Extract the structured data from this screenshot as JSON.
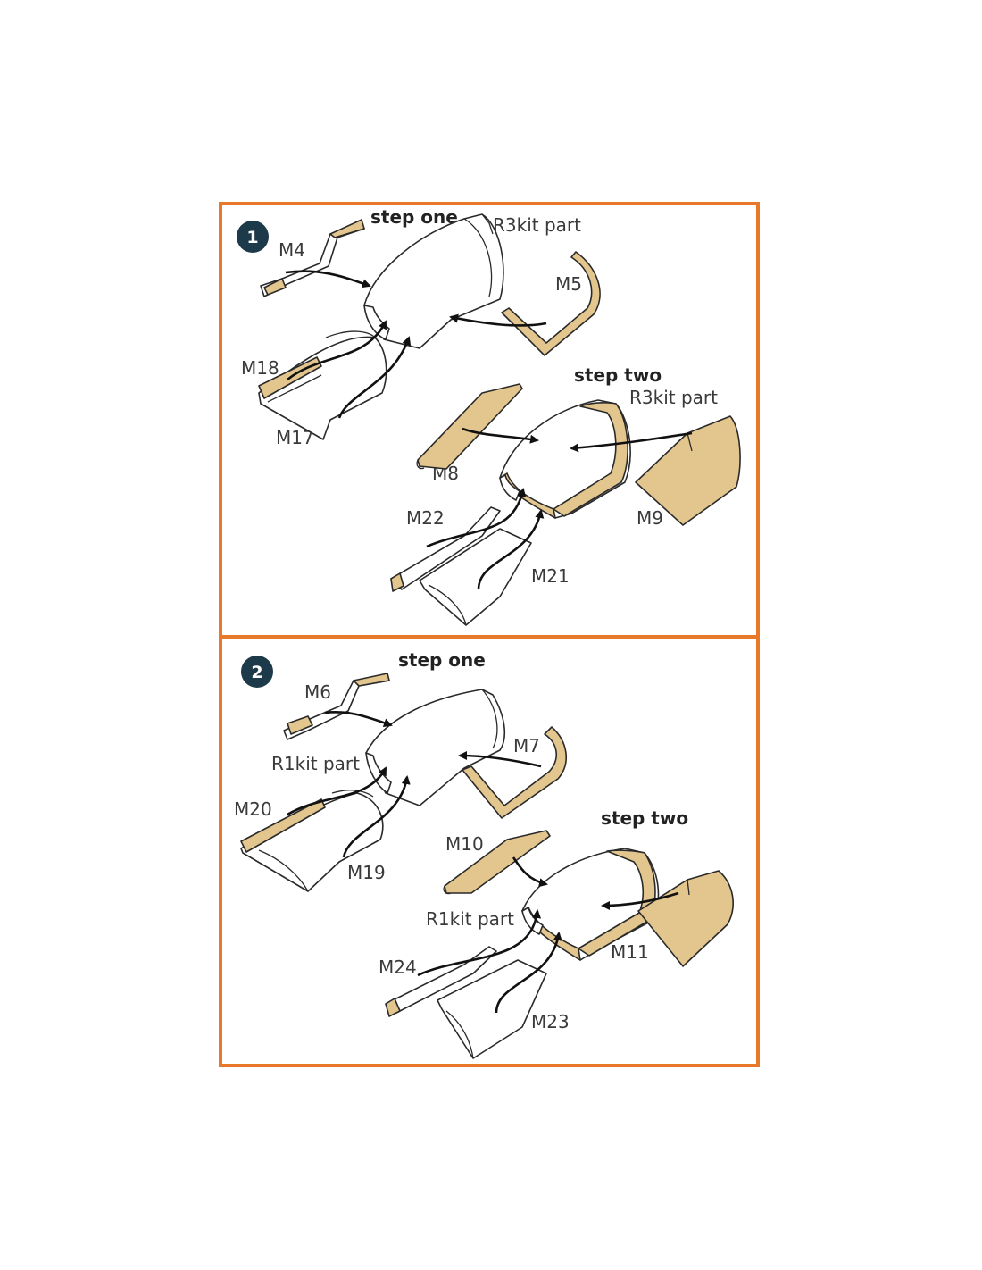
{
  "colors": {
    "frame": "#e8782a",
    "badge": "#1d3a4a",
    "photoetch": "#e3c58e"
  },
  "panel1": {
    "number": "1",
    "step_one": "step one",
    "step_two": "step two",
    "labels": {
      "r3kit_a": "R3kit part",
      "m4": "M4",
      "m5": "M5",
      "m18": "M18",
      "m17": "M17",
      "r3kit_b": "R3kit part",
      "m8": "M8",
      "m9": "M9",
      "m22": "M22",
      "m21": "M21"
    }
  },
  "panel2": {
    "number": "2",
    "step_one": "step one",
    "step_two": "step two",
    "labels": {
      "m6": "M6",
      "r1kit_a": "R1kit part",
      "m7": "M7",
      "m20": "M20",
      "m19": "M19",
      "m10": "M10",
      "r1kit_b": "R1kit part",
      "m11": "M11",
      "m24": "M24",
      "m23": "M23"
    }
  }
}
